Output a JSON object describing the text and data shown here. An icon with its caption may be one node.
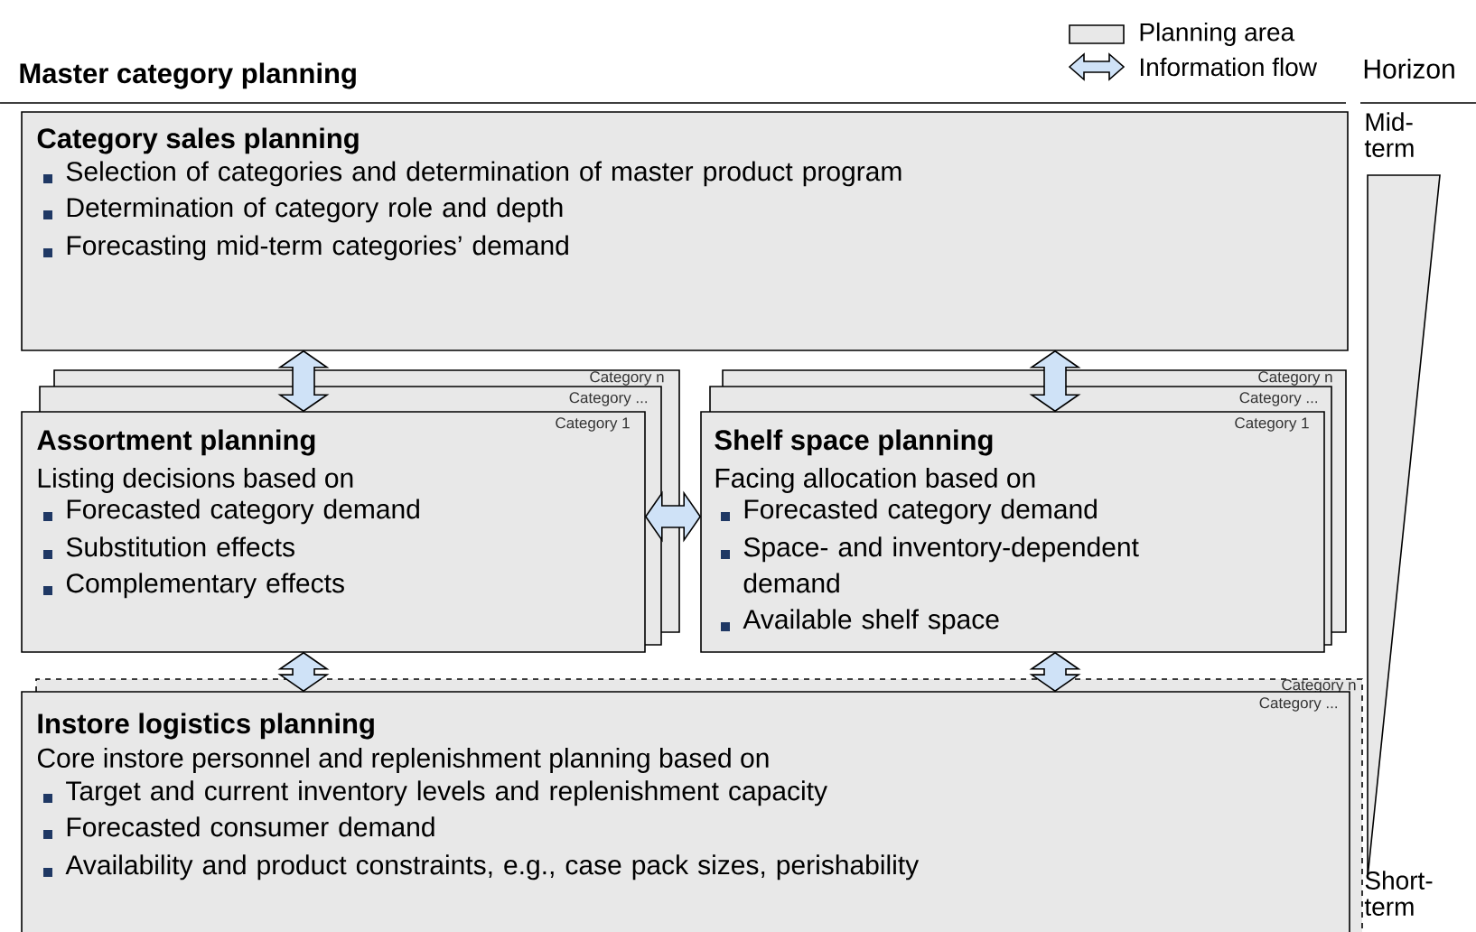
{
  "diagram": {
    "title": "Master category planning",
    "nodes": [
      {
        "text": [
          "Category sales planning",
          "Selection of categories and determination of master product program",
          "Determination of category role and depth",
          "Forecasting mid-term categories’ demand"
        ]
      },
      {
        "text": [
          "Category n"
        ]
      },
      {
        "text": [
          "Category ..."
        ]
      },
      {
        "text": [
          "Category 1",
          "Assortment planning",
          "Listing decisions based on",
          "Forecasted category demand",
          "Substitution effects",
          "Complementary effects"
        ]
      },
      {
        "text": [
          "Category n"
        ]
      },
      {
        "text": [
          "Category ..."
        ]
      },
      {
        "text": [
          "Category 1",
          "Shelf space planning",
          "Facing allocation based on",
          "Forecasted category demand",
          "Space- and inventory-dependent demand",
          "Available shelf space"
        ]
      },
      {
        "text": [
          "Category n"
        ]
      },
      {
        "text": [
          "Category ...",
          "Instore logistics planning",
          "Core instore personnel and replenishment planning based on",
          "Target and current inventory levels and replenishment capacity",
          "Forecasted consumer demand",
          "Availability and product constraints, e.g., case pack sizes, perishability"
        ]
      },
      {
        "text": [],
        "shape": "triangle"
      }
    ],
    "edges": [
      {
        "from": 0,
        "to": 3,
        "arrow": "both"
      },
      {
        "from": 0,
        "to": 6,
        "arrow": "both"
      },
      {
        "from": 3,
        "to": 6,
        "arrow": "both"
      },
      {
        "from": 3,
        "to": 8,
        "arrow": "both"
      },
      {
        "from": 6,
        "to": 8,
        "arrow": "both"
      }
    ],
    "labels": [
      "Horizon",
      "Mid-term",
      "Short-term"
    ],
    "legend": [
      {
        "text": "Planning area",
        "color": "#e8e8e8"
      },
      {
        "text": "Information flow"
      }
    ]
  }
}
